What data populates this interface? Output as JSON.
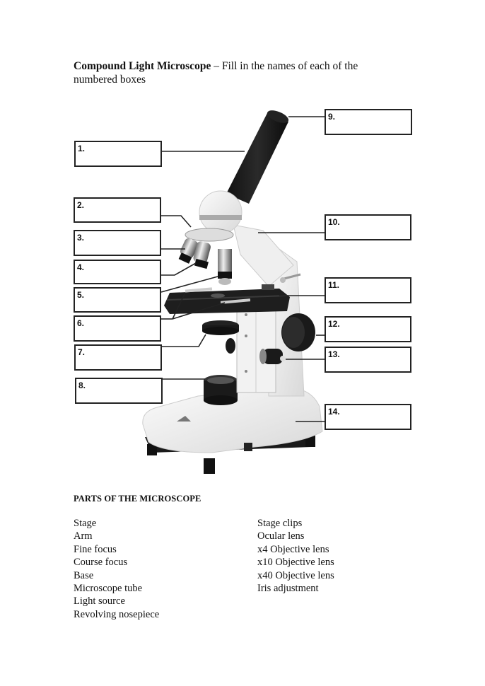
{
  "title": {
    "bold": "Compound Light Microscope",
    "rest": " – Fill in the names of each of the numbered boxes"
  },
  "diagram": {
    "boxes": [
      {
        "label": "1."
      },
      {
        "label": "2."
      },
      {
        "label": "3."
      },
      {
        "label": "4."
      },
      {
        "label": "5."
      },
      {
        "label": "6."
      },
      {
        "label": "7."
      },
      {
        "label": "8."
      },
      {
        "label": "9."
      },
      {
        "label": "10."
      },
      {
        "label": "11."
      },
      {
        "label": "12."
      },
      {
        "label": "13."
      },
      {
        "label": "14."
      }
    ]
  },
  "parts": {
    "heading": "PARTS OF THE MICROSCOPE",
    "left": [
      "Stage",
      "Arm",
      "Fine focus",
      "Course focus",
      "Base",
      "Microscope tube",
      "Light source",
      "Revolving nosepiece"
    ],
    "right": [
      "Stage clips",
      "Ocular lens",
      "x4 Objective lens",
      "x10 Objective lens",
      "x40 Objective lens",
      "Iris adjustment"
    ]
  }
}
